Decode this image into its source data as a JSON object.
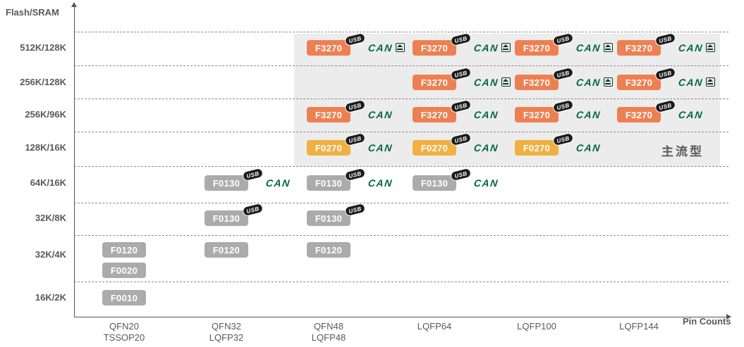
{
  "chart_data": {
    "type": "scatter",
    "title": "",
    "xlabel": "Pin Counts",
    "ylabel": "Flash/SRAM",
    "grid": "dashed-horizontal",
    "x_categories": [
      {
        "lines": [
          "QFN20",
          "TSSOP20"
        ]
      },
      {
        "lines": [
          "QFN32",
          "LQFP32"
        ]
      },
      {
        "lines": [
          "QFN48",
          "LQFP48"
        ]
      },
      {
        "lines": [
          "LQFP64"
        ]
      },
      {
        "lines": [
          "LQFP100"
        ]
      },
      {
        "lines": [
          "LQFP144"
        ]
      }
    ],
    "y_categories": [
      "512K/128K",
      "256K/128K",
      "256K/96K",
      "128K/16K",
      "64K/16K",
      "32K/8K",
      "32K/4K",
      "16K/2K"
    ],
    "highlight": {
      "label": "主流型"
    },
    "points": [
      {
        "part": "F3270",
        "y": "512K/128K",
        "x": "QFN48/LQFP48",
        "row": 0,
        "col": 2,
        "color": "orange",
        "features": [
          "usb",
          "can",
          "canfd"
        ]
      },
      {
        "part": "F3270",
        "y": "512K/128K",
        "x": "LQFP64",
        "row": 0,
        "col": 3,
        "color": "orange",
        "features": [
          "usb",
          "can",
          "canfd"
        ]
      },
      {
        "part": "F3270",
        "y": "512K/128K",
        "x": "LQFP100",
        "row": 0,
        "col": 4,
        "color": "orange",
        "features": [
          "usb",
          "can",
          "canfd"
        ]
      },
      {
        "part": "F3270",
        "y": "512K/128K",
        "x": "LQFP144",
        "row": 0,
        "col": 5,
        "color": "orange",
        "features": [
          "usb",
          "can",
          "canfd"
        ]
      },
      {
        "part": "F3270",
        "y": "256K/128K",
        "x": "LQFP64",
        "row": 1,
        "col": 3,
        "color": "orange",
        "features": [
          "usb",
          "can",
          "canfd"
        ]
      },
      {
        "part": "F3270",
        "y": "256K/128K",
        "x": "LQFP100",
        "row": 1,
        "col": 4,
        "color": "orange",
        "features": [
          "usb",
          "can",
          "canfd"
        ]
      },
      {
        "part": "F3270",
        "y": "256K/128K",
        "x": "LQFP144",
        "row": 1,
        "col": 5,
        "color": "orange",
        "features": [
          "usb",
          "can",
          "canfd"
        ]
      },
      {
        "part": "F3270",
        "y": "256K/96K",
        "x": "QFN48/LQFP48",
        "row": 2,
        "col": 2,
        "color": "orange",
        "features": [
          "usb",
          "can"
        ]
      },
      {
        "part": "F3270",
        "y": "256K/96K",
        "x": "LQFP64",
        "row": 2,
        "col": 3,
        "color": "orange",
        "features": [
          "usb",
          "can"
        ]
      },
      {
        "part": "F3270",
        "y": "256K/96K",
        "x": "LQFP100",
        "row": 2,
        "col": 4,
        "color": "orange",
        "features": [
          "usb",
          "can"
        ]
      },
      {
        "part": "F3270",
        "y": "256K/96K",
        "x": "LQFP144",
        "row": 2,
        "col": 5,
        "color": "orange",
        "features": [
          "usb",
          "can"
        ]
      },
      {
        "part": "F0270",
        "y": "128K/16K",
        "x": "QFN48/LQFP48",
        "row": 3,
        "col": 2,
        "color": "amber",
        "features": [
          "usb",
          "can"
        ]
      },
      {
        "part": "F0270",
        "y": "128K/16K",
        "x": "LQFP64",
        "row": 3,
        "col": 3,
        "color": "amber",
        "features": [
          "usb",
          "can"
        ]
      },
      {
        "part": "F0270",
        "y": "128K/16K",
        "x": "LQFP100",
        "row": 3,
        "col": 4,
        "color": "amber",
        "features": [
          "usb",
          "can"
        ]
      },
      {
        "part": "F0130",
        "y": "64K/16K",
        "x": "QFN32/LQFP32",
        "row": 4,
        "col": 1,
        "color": "gray",
        "features": [
          "usb",
          "can"
        ]
      },
      {
        "part": "F0130",
        "y": "64K/16K",
        "x": "QFN48/LQFP48",
        "row": 4,
        "col": 2,
        "color": "gray",
        "features": [
          "usb",
          "can"
        ]
      },
      {
        "part": "F0130",
        "y": "64K/16K",
        "x": "LQFP64",
        "row": 4,
        "col": 3,
        "color": "gray",
        "features": [
          "usb",
          "can"
        ]
      },
      {
        "part": "F0130",
        "y": "32K/8K",
        "x": "QFN32/LQFP32",
        "row": 5,
        "col": 1,
        "color": "gray",
        "features": [
          "usb"
        ]
      },
      {
        "part": "F0130",
        "y": "32K/8K",
        "x": "QFN48/LQFP48",
        "row": 5,
        "col": 2,
        "color": "gray",
        "features": [
          "usb"
        ]
      },
      {
        "part": "F0120",
        "y": "32K/4K",
        "x": "QFN20/TSSOP20",
        "row": 6,
        "col": 0,
        "color": "gray",
        "features": []
      },
      {
        "part": "F0120",
        "y": "32K/4K",
        "x": "QFN32/LQFP32",
        "row": 6,
        "col": 1,
        "color": "gray",
        "features": []
      },
      {
        "part": "F0120",
        "y": "32K/4K",
        "x": "QFN48/LQFP48",
        "row": 6,
        "col": 2,
        "color": "gray",
        "features": []
      },
      {
        "part": "F0020",
        "y": "32K/4K",
        "x": "QFN20/TSSOP20",
        "row": 6,
        "col": 0,
        "line": 2,
        "color": "gray",
        "features": []
      },
      {
        "part": "F0010",
        "y": "16K/2K",
        "x": "QFN20/TSSOP20",
        "row": 7,
        "col": 0,
        "color": "gray",
        "features": []
      }
    ]
  },
  "icons": {
    "usb_label": "USB",
    "can_label": "CAN"
  },
  "colors": {
    "orange": "#ED8052",
    "amber": "#F0B042",
    "gray": "#ABABAB",
    "can_green": "#00693E",
    "usb_badge": "#1C1C1C",
    "shade": "#ECECEC",
    "axis_text": "#595959"
  }
}
